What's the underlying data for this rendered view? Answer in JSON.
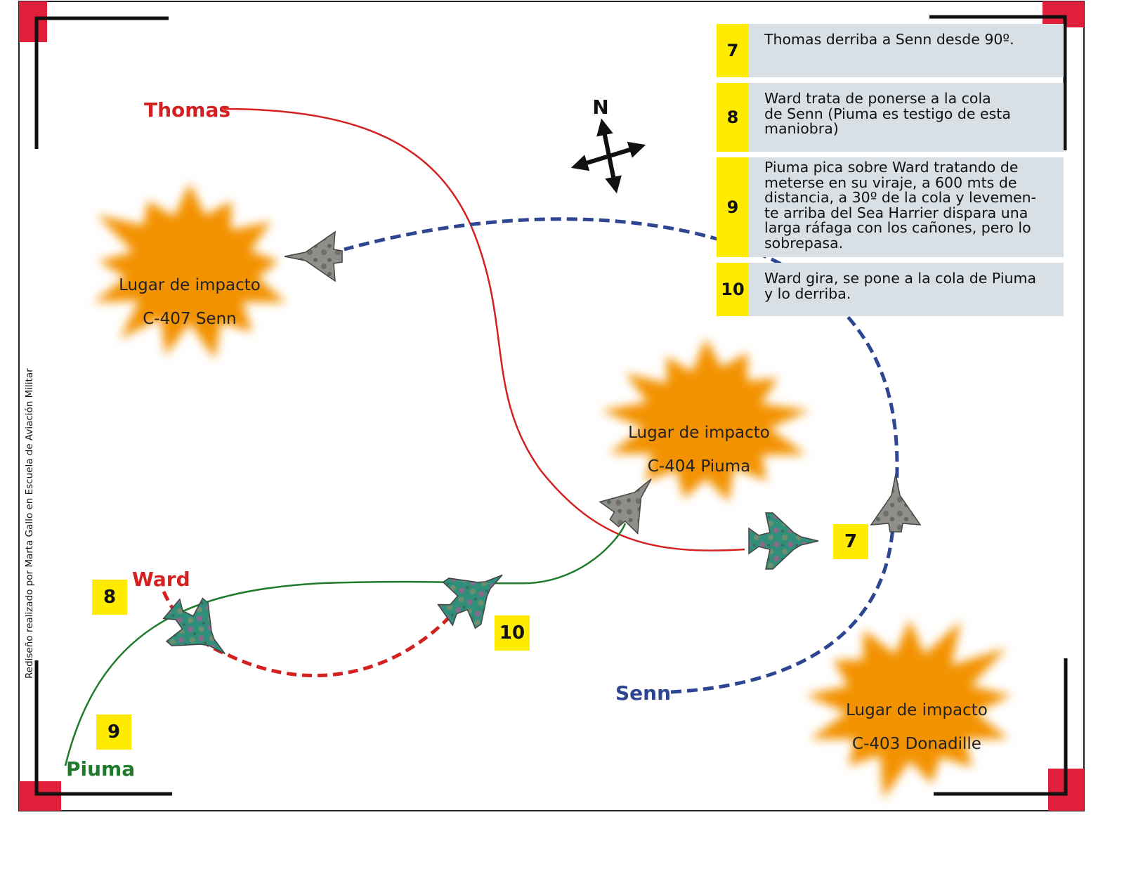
{
  "credit": "Rediseño realizado por Marta Gallo en Escuela de Aviación Militar",
  "compass": {
    "north_label": "N"
  },
  "pilots": {
    "thomas": {
      "name": "Thomas",
      "color": "#d42020"
    },
    "ward": {
      "name": "Ward",
      "color": "#d42020"
    },
    "senn": {
      "name": "Senn",
      "color": "#2e4592"
    },
    "piuma": {
      "name": "Piuma",
      "color": "#1f7a2a"
    }
  },
  "impacts": [
    {
      "line1": "Lugar de impacto",
      "line2": "C-407 Senn"
    },
    {
      "line1": "Lugar de impacto",
      "line2": "C-404 Piuma"
    },
    {
      "line1": "Lugar de impacto",
      "line2": "C-403 Donadille"
    }
  ],
  "badges": [
    "8",
    "10",
    "9",
    "7"
  ],
  "steps": [
    {
      "num": "7",
      "text": "Thomas derriba a Senn desde 90º."
    },
    {
      "num": "8",
      "text": "Ward trata de ponerse a la cola\nde Senn (Piuma es testigo de esta\nmaniobra)"
    },
    {
      "num": "9",
      "text": "Piuma pica sobre Ward tratando de\nmeterse en su viraje, a 600 mts de\ndistancia, a 30º de la cola y levemen-\nte arriba del Sea Harrier dispara una\nlarga ráfaga con los cañones, pero lo\nsobrepasa."
    },
    {
      "num": "10",
      "text": "Ward gira, se pone a la cola de Piuma\ny lo derriba."
    }
  ],
  "colors": {
    "explosion": "#f39200",
    "marker_red": "#e0203a",
    "legend_bg": "#d8e0e6",
    "badge_bg": "#ffeb00"
  }
}
